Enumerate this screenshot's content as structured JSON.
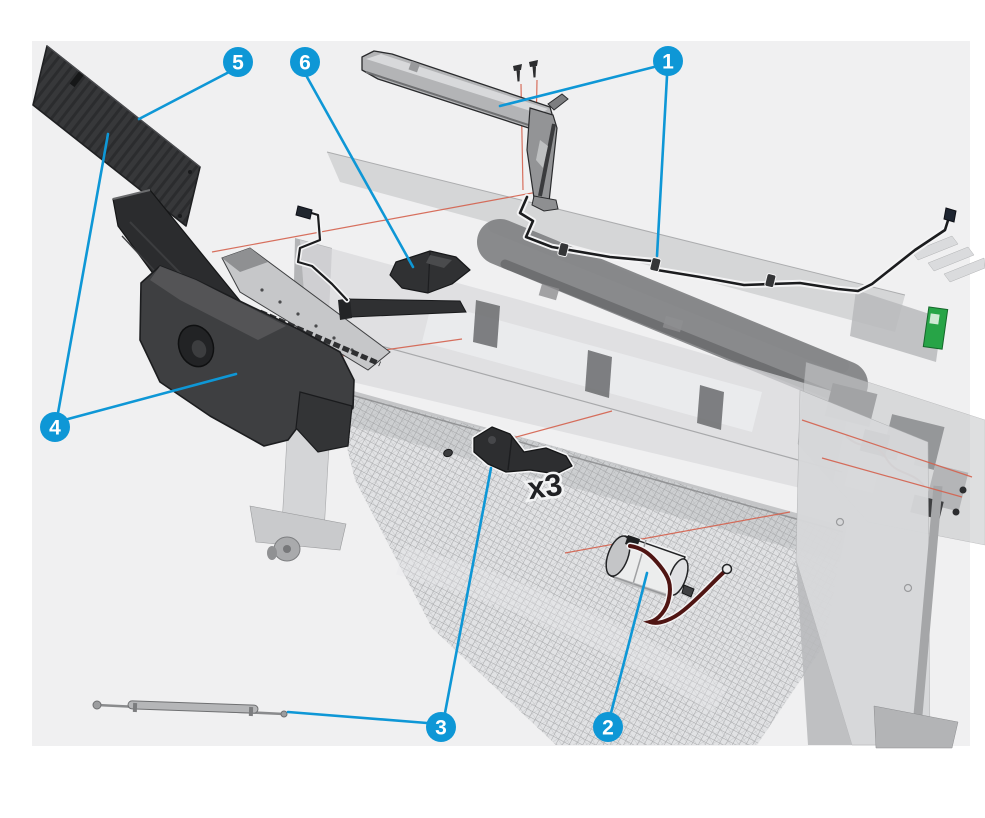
{
  "diagram": {
    "stage": {
      "background": "#f0f0f1",
      "page_background": "#ffffff"
    },
    "colors": {
      "accent_blue": "#0e97d6",
      "guide_red": "#d4604d",
      "dark_part": "#2e2f31",
      "printer_gray": "#c7c8ca",
      "pcb_green": "#27a447",
      "cable_maroon": "#4f1513"
    },
    "quantity_label": "x3",
    "callouts": [
      {
        "number": "1",
        "target": "cable-and-bracket-assembly"
      },
      {
        "number": "2",
        "target": "motor-with-cable"
      },
      {
        "number": "3",
        "target": "rod-and-bracket"
      },
      {
        "number": "4",
        "target": "cleanout-assembly"
      },
      {
        "number": "5",
        "target": "cover-panel"
      },
      {
        "number": "6",
        "target": "sensor-assembly"
      }
    ]
  }
}
